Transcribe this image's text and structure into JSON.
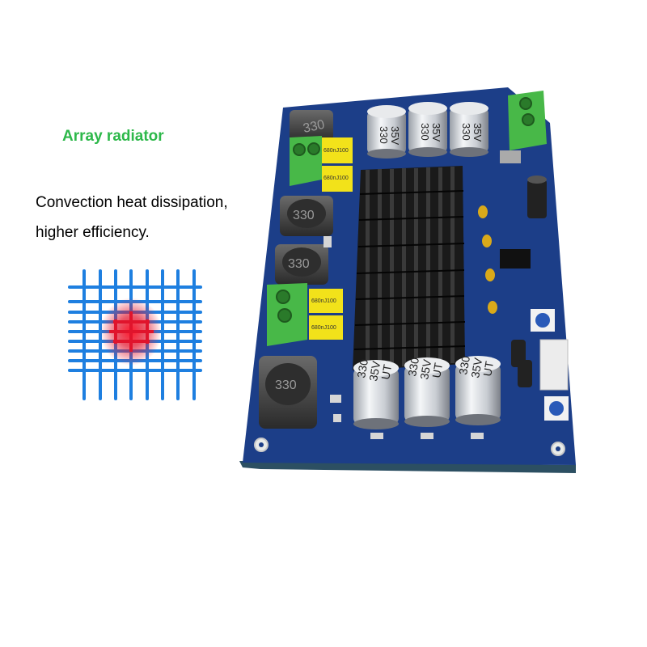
{
  "headline": "Array radiator",
  "description": {
    "line1": "Convection heat dissipation,",
    "line2": "higher efficiency."
  },
  "colors": {
    "headline": "#2db84a",
    "grid_line": "#1e7fe0",
    "grid_hot": "#e0142c",
    "pcb": "#1c3e88",
    "heatsink": "#111111",
    "terminal": "#48b848",
    "film_cap": "#f2e21a"
  },
  "board": {
    "inductor_label": "330",
    "cap_labels": [
      "330",
      "35V",
      "UT"
    ],
    "film_cap_label": "680nJ100"
  }
}
